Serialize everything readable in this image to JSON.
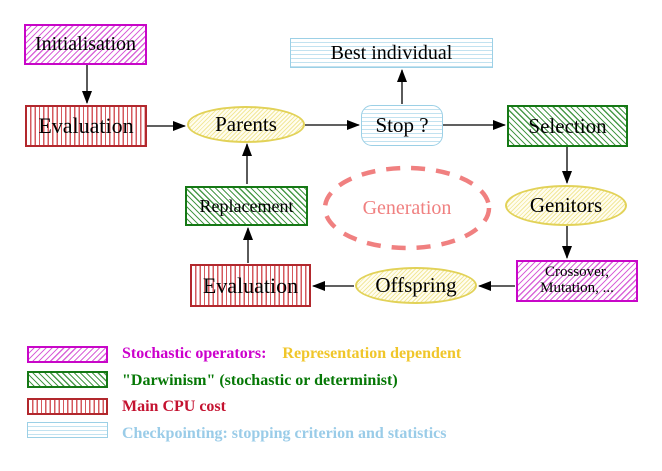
{
  "diagram": {
    "nodes": {
      "initialisation": "Initialisation",
      "evaluation_top": "Evaluation",
      "parents": "Parents",
      "best_individual": "Best individual",
      "stop": "Stop ?",
      "selection": "Selection",
      "genitors": "Genitors",
      "crossover_line1": "Crossover,",
      "crossover_line2": "Mutation, ...",
      "offspring": "Offspring",
      "evaluation_bottom": "Evaluation",
      "replacement": "Replacement",
      "generation": "Generation"
    },
    "legend": {
      "row1": {
        "label_primary": "Stochastic operators:",
        "label_secondary": "Representation dependent"
      },
      "row2": {
        "label": "\"Darwinism\" (stochastic or determinist)"
      },
      "row3": {
        "label": "Main CPU cost"
      },
      "row4": {
        "label": "Checkpointing: stopping criterion and statistics"
      }
    },
    "colors": {
      "magenta": "#c806c8",
      "green": "#157815",
      "red": "#b2282d",
      "cyan": "#9cd0e6",
      "yellow": "#e2d258",
      "coral": "#f08080",
      "legend_magenta_text": "#cc00cc",
      "legend_gold_text": "#f0c62a",
      "legend_green_text": "#067806",
      "legend_red_text": "#c41230",
      "legend_cyan_text": "#9acce8"
    }
  }
}
